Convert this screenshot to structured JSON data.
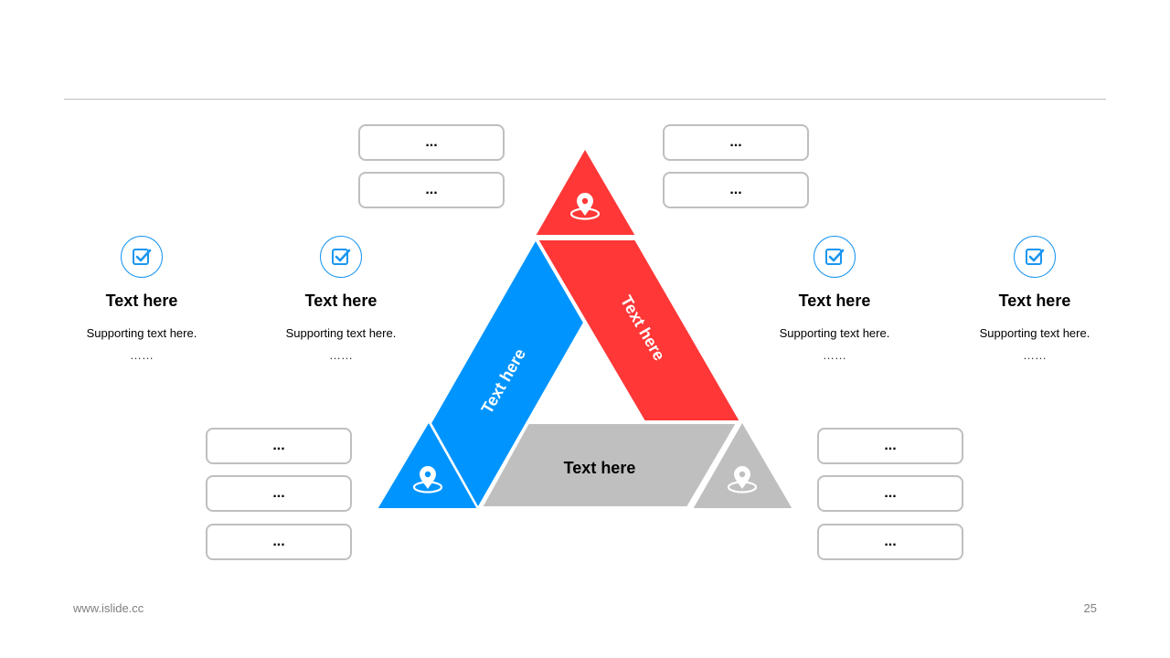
{
  "colors": {
    "red": "#ff3737",
    "blue": "#0094fe",
    "gray": "#bfbfbf",
    "accent": "#1a96f0"
  },
  "top_left_boxes": [
    "...",
    "..."
  ],
  "top_right_boxes": [
    "...",
    "..."
  ],
  "bottom_left_boxes": [
    "...",
    "...",
    "..."
  ],
  "bottom_right_boxes": [
    "...",
    "...",
    "..."
  ],
  "cards": [
    {
      "icon": "checkbox-icon",
      "title": "Text here",
      "subtitle": "Supporting  text here.",
      "dots": "……"
    },
    {
      "icon": "checkbox-icon",
      "title": "Text here",
      "subtitle": "Supporting  text here.",
      "dots": "……"
    },
    {
      "icon": "checkbox-icon",
      "title": "Text here",
      "subtitle": "Supporting  text here.",
      "dots": "……"
    },
    {
      "icon": "checkbox-icon",
      "title": "Text here",
      "subtitle": "Supporting  text here.",
      "dots": "……"
    }
  ],
  "triangle": {
    "left_band_label": "Text here",
    "right_band_label": "Text here",
    "bottom_band_label": "Text here",
    "corner_icons": [
      "location-pin-icon",
      "location-pin-icon",
      "location-pin-icon"
    ]
  },
  "footer": {
    "website": "www.islide.cc",
    "page_number": "25"
  }
}
